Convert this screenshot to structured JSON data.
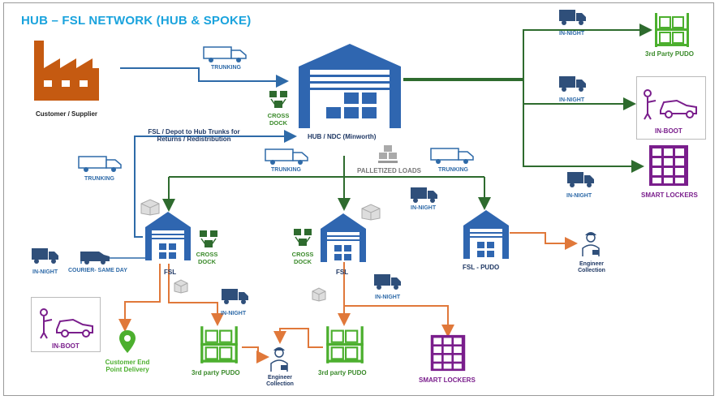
{
  "title": "HUB – FSL NETWORK (HUB & SPOKE)",
  "labels": {
    "customer_supplier": "Customer / Supplier",
    "trunking_top": "TRUNKING",
    "cross_dock_hub": "CROSS",
    "cross_dock_hub_2": "DOCK",
    "hub_name": "HUB / NDC (Minworth)",
    "fsl_depot_line1": "FSL / Depot to Hub Trunks for",
    "fsl_depot_line2": "Returns / Redistribution",
    "trunking_left": "TRUNKING",
    "trunking_mid": "TRUNKING",
    "trunking_right": "TRUNKING",
    "palletized_loads": "PALLETIZED LOADS",
    "in_night_right_top": "IN-NIGHT",
    "in_night_right_mid": "IN-NIGHT",
    "in_night_right_low": "IN-NIGHT",
    "in_night_center": "IN-NIGHT",
    "in_night_left": "IN-NIGHT",
    "courier_same_day": "COURIER- SAME DAY",
    "in_night_fsl_left": "IN-NIGHT",
    "in_night_fsl_mid": "IN-NIGHT",
    "third_party_pudo_top": "3rd Party PUDO",
    "in_boot_top": "IN-BOOT",
    "smart_lockers_top": "SMART LOCKERS",
    "cross_dock_left": "CROSS",
    "cross_dock_left_2": "DOCK",
    "cross_dock_mid": "CROSS",
    "cross_dock_mid_2": "DOCK",
    "fsl_left": "FSL",
    "fsl_mid": "FSL",
    "fsl_pudo": "FSL - PUDO",
    "engineer_collection_right_1": "Engineer",
    "engineer_collection_right_2": "Collection",
    "in_boot_bottom": "IN-BOOT",
    "customer_end_1": "Customer End",
    "customer_end_2": "Point Delivery",
    "third_party_pudo_left": "3rd party PUDO",
    "engineer_collection_mid_1": "Engineer",
    "engineer_collection_mid_2": "Collection",
    "third_party_pudo_right": "3rd party PUDO",
    "smart_lockers_bottom": "SMART LOCKERS"
  },
  "colors": {
    "title": "#1aa3dd",
    "green_line": "#2e6b2e",
    "orange_line": "#e0783a",
    "blue_line": "#2e6aa8",
    "warehouse_blue": "#2f66b0",
    "factory": "#c55a11",
    "pudo_green": "#4caf2e",
    "locker_purple": "#7a1e8c"
  },
  "icons": [
    "factory-icon",
    "truck-icon",
    "warehouse-icon",
    "cross-dock-icon",
    "pallet-icon",
    "shelf-icon",
    "car-icon",
    "locker-icon",
    "engineer-icon",
    "location-pin-icon",
    "parcel-icon"
  ]
}
